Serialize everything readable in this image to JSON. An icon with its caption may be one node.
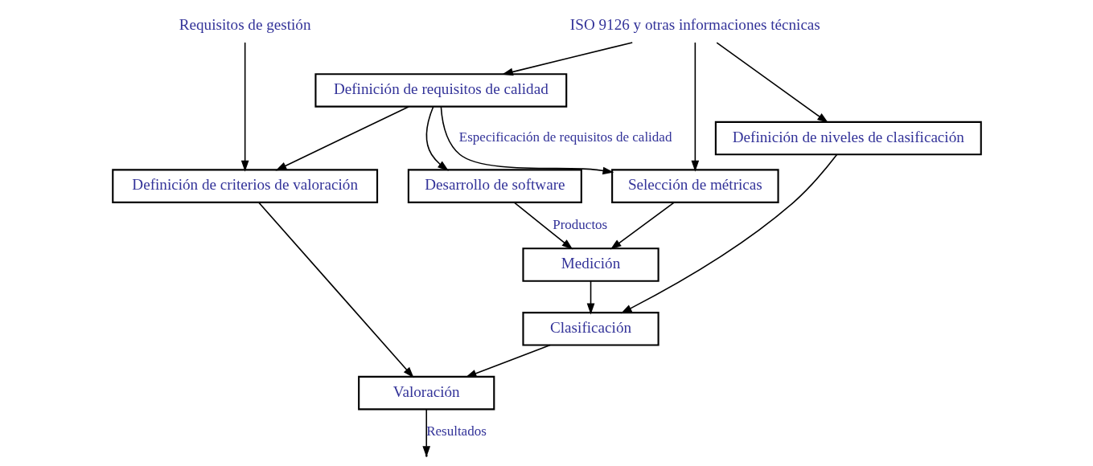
{
  "diagram": {
    "nodes": [
      {
        "text": [
          "ISO 9126 y otras informaciones técnicas"
        ]
      },
      {
        "text": [
          "Requisitos de gestión"
        ]
      },
      {
        "text": [
          "Definición de requisitos de calidad"
        ]
      },
      {
        "text": [
          "Selección de métricas"
        ]
      },
      {
        "text": [
          "Definición de niveles de clasificación"
        ]
      },
      {
        "text": [
          "Definición de criterios de valoración"
        ]
      },
      {
        "text": [
          "Desarrollo de software"
        ]
      },
      {
        "text": [
          "Medición"
        ]
      },
      {
        "text": [
          "Clasificación"
        ]
      },
      {
        "text": [
          "Valoración"
        ]
      }
    ],
    "edges": [
      {
        "from": 0,
        "to": 2,
        "arrow": "to"
      },
      {
        "from": 0,
        "to": 3,
        "arrow": "to"
      },
      {
        "from": 0,
        "to": 4,
        "arrow": "to"
      },
      {
        "from": 1,
        "to": 5,
        "arrow": "to"
      },
      {
        "from": 2,
        "to": 3,
        "arrow": "to",
        "label": "Especificación de requisitos de calidad"
      },
      {
        "from": 2,
        "to": 5,
        "arrow": "to"
      },
      {
        "from": 2,
        "to": 6,
        "arrow": "to"
      },
      {
        "from": 6,
        "to": 7,
        "arrow": "to",
        "label": "Productos"
      },
      {
        "from": 3,
        "to": 7,
        "arrow": "to"
      },
      {
        "from": 7,
        "to": 8,
        "arrow": "to"
      },
      {
        "from": 4,
        "to": 8,
        "arrow": "to"
      },
      {
        "from": 8,
        "to": 9,
        "arrow": "to"
      },
      {
        "from": 5,
        "to": 9,
        "arrow": "to"
      },
      {
        "from": 9,
        "to": null,
        "arrow": "to",
        "label": "Resultados"
      }
    ]
  }
}
